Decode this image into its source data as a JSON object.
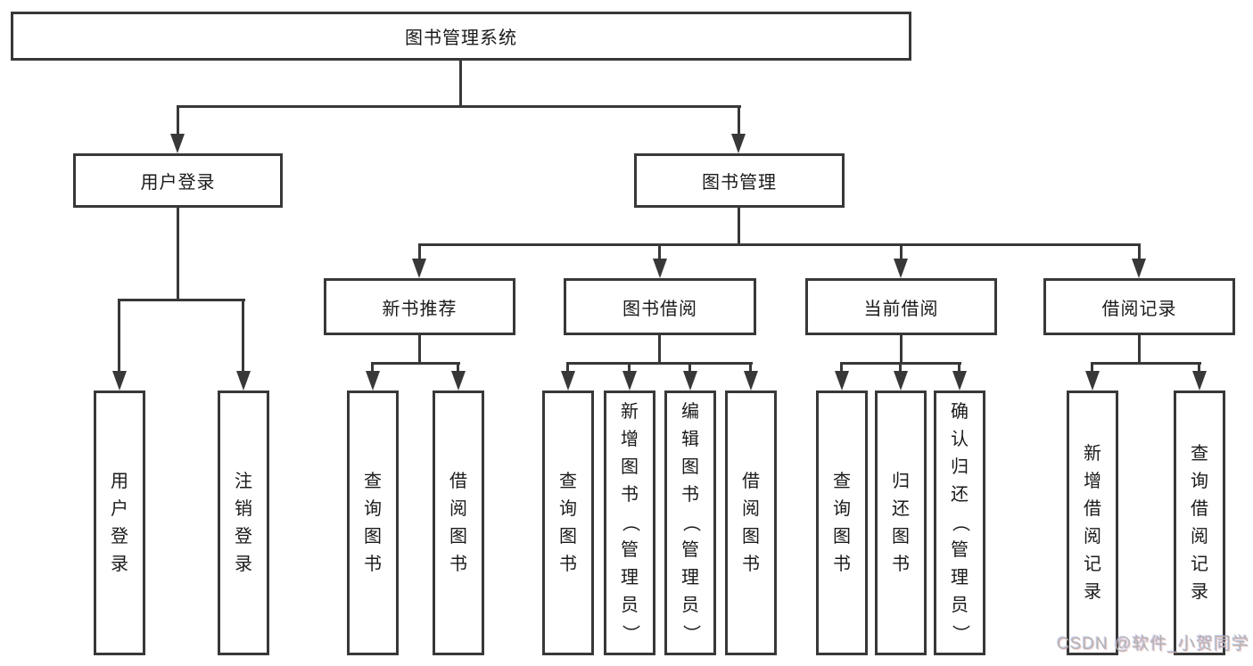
{
  "diagram": {
    "root": "图书管理系统",
    "login": {
      "label": "用户登录",
      "children": [
        "用户登录",
        "注销登录"
      ]
    },
    "management": {
      "label": "图书管理"
    },
    "recommend": {
      "label": "新书推荐",
      "children": [
        "查询图书",
        "借阅图书"
      ]
    },
    "borrowing": {
      "label": "图书借阅",
      "children": [
        "查询图书",
        "新增图书（管理员）",
        "编辑图书（管理员）",
        "借阅图书"
      ]
    },
    "current": {
      "label": "当前借阅",
      "children": [
        "查询图书",
        "归还图书",
        "确认归还（管理员）"
      ]
    },
    "records": {
      "label": "借阅记录",
      "children": [
        "新增借阅记录",
        "查询借阅记录"
      ]
    }
  },
  "watermark": "CSDN @软件_小贺同学",
  "colors": {
    "line": "#383838",
    "box_background": "#ffffff",
    "text": "#1a1a1a",
    "watermark": "#b3b3b3",
    "page_background": "#ffffff"
  }
}
